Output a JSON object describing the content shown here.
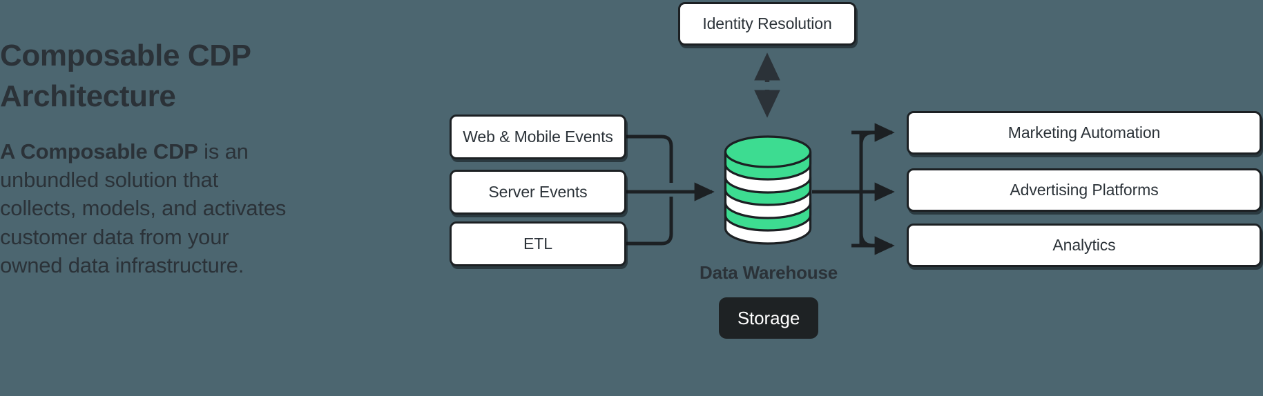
{
  "theme": {
    "background": "#4c6670",
    "ink": "#2b3238",
    "stroke": "#1c2023",
    "node_fill": "#ffffff",
    "accent_green": "#3ddc91",
    "pill_fill": "#1e2224",
    "pill_text": "#ffffff"
  },
  "intro": {
    "headline": "Composable CDP\nArchitecture",
    "lead": "A Composable CDP",
    "body": " is an unbundled solution that collects, models, and activates customer data from your owned data infrastructure."
  },
  "diagram": {
    "sources": [
      {
        "id": "web",
        "label": "Web & Mobile Events"
      },
      {
        "id": "server",
        "label": "Server Events"
      },
      {
        "id": "etl",
        "label": "ETL"
      }
    ],
    "identity": {
      "label": "Identity Resolution"
    },
    "warehouse": {
      "label": "Data Warehouse",
      "storage_label": "Storage"
    },
    "destinations": [
      {
        "id": "marketing",
        "label": "Marketing Automation"
      },
      {
        "id": "advertising",
        "label": "Advertising Platforms"
      },
      {
        "id": "analytics",
        "label": "Analytics"
      }
    ]
  }
}
